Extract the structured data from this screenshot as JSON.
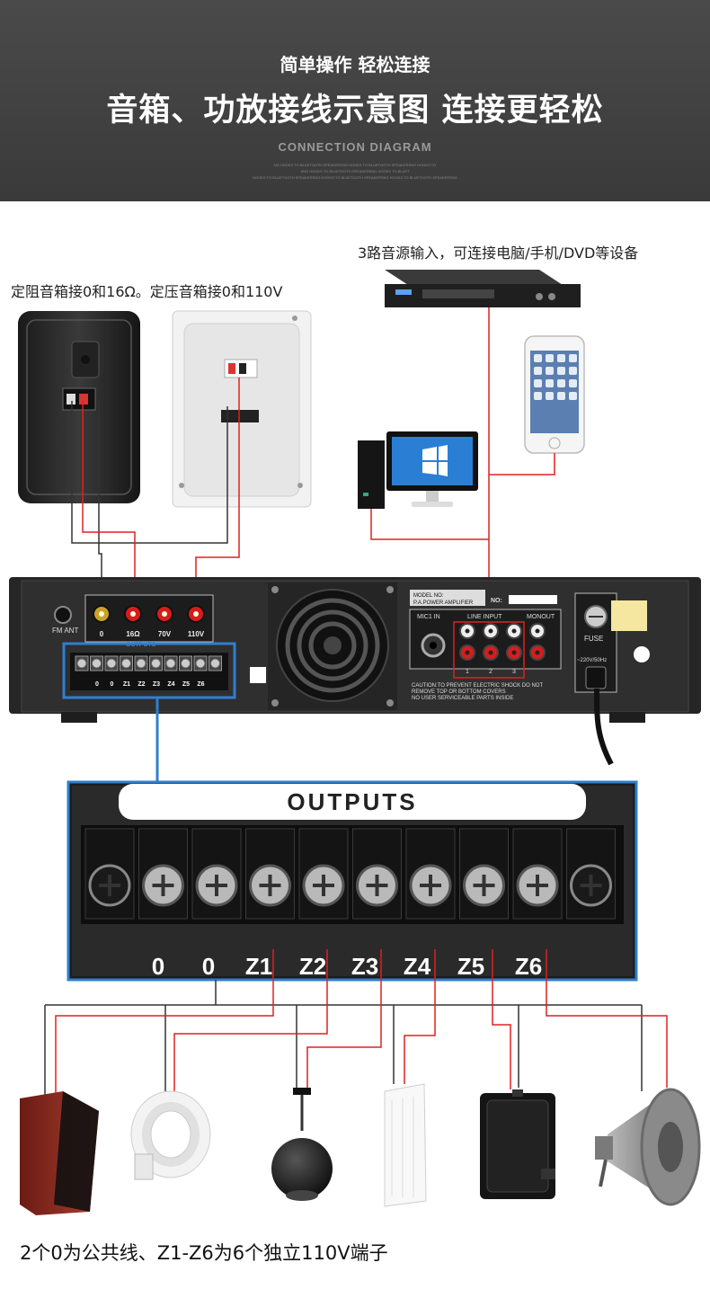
{
  "header": {
    "subtitle": "简单操作 轻松连接",
    "title": "音箱、功放接线示意图  连接更轻松",
    "title_en": "CONNECTION DIAGRAM",
    "fine_print": [
      "NG HOOKS TO BLUETOOTH SPEAKERSNG HOOKS TO BLUETOOTH SPEAKERSNG HOOKS TO",
      "SNG HOOKS TO BLUETOOTH SPEAKERSNG HOOKS TO BLUET",
      "HOOKS TO BLUETOOTH SPEAKERSNG HOOKS TO BLUETOOTH SPEAKERSNG HOOKS TO BLUETOOTH SPEAKERSNG"
    ]
  },
  "captions": {
    "sources": "3路音源输入，可连接电脑/手机/DVD等设备",
    "speakers": "定阻音箱接0和16Ω。定压音箱接0和110V",
    "bottom": "2个0为公共线、Z1-Z6为6个独立110V端子"
  },
  "amplifier": {
    "fm_ant": "FM ANT",
    "speaker_terminals": [
      "0",
      "16Ω",
      "70V",
      "110V"
    ],
    "outputs_label": "OUTPUTS",
    "output_terminals": [
      "0",
      "0",
      "Z1",
      "Z2",
      "Z3",
      "Z4",
      "Z5",
      "Z6"
    ],
    "model_no": "MODEL NO:",
    "model_name": "P.A.POWER AMPLIFIER",
    "no_label": "NO:",
    "mic_in": "MIC1 IN",
    "line_input": "LINE INPUT",
    "mon_out": "MONOUT",
    "line_channels": [
      "1",
      "2",
      "3"
    ],
    "fuse": "FUSE",
    "power_rating": "~220V/50Hz",
    "caution": [
      "CAUTION:TO PREVENT ELECTRIC SHOCK DO NOT",
      "REMOVE TOP OR BOTTOM COVERS",
      "NO USER SERVICEABLE PARTS INSIDE"
    ]
  },
  "zoom": {
    "label": "OUTPUTS",
    "terminals": [
      "0",
      "0",
      "Z1",
      "Z2",
      "Z3",
      "Z4",
      "Z5",
      "Z6"
    ]
  },
  "colors": {
    "header_bg": "#3d3d3d",
    "wire_red": "#e02020",
    "wire_dark": "#333333",
    "highlight_blue": "#2f7fd0"
  }
}
